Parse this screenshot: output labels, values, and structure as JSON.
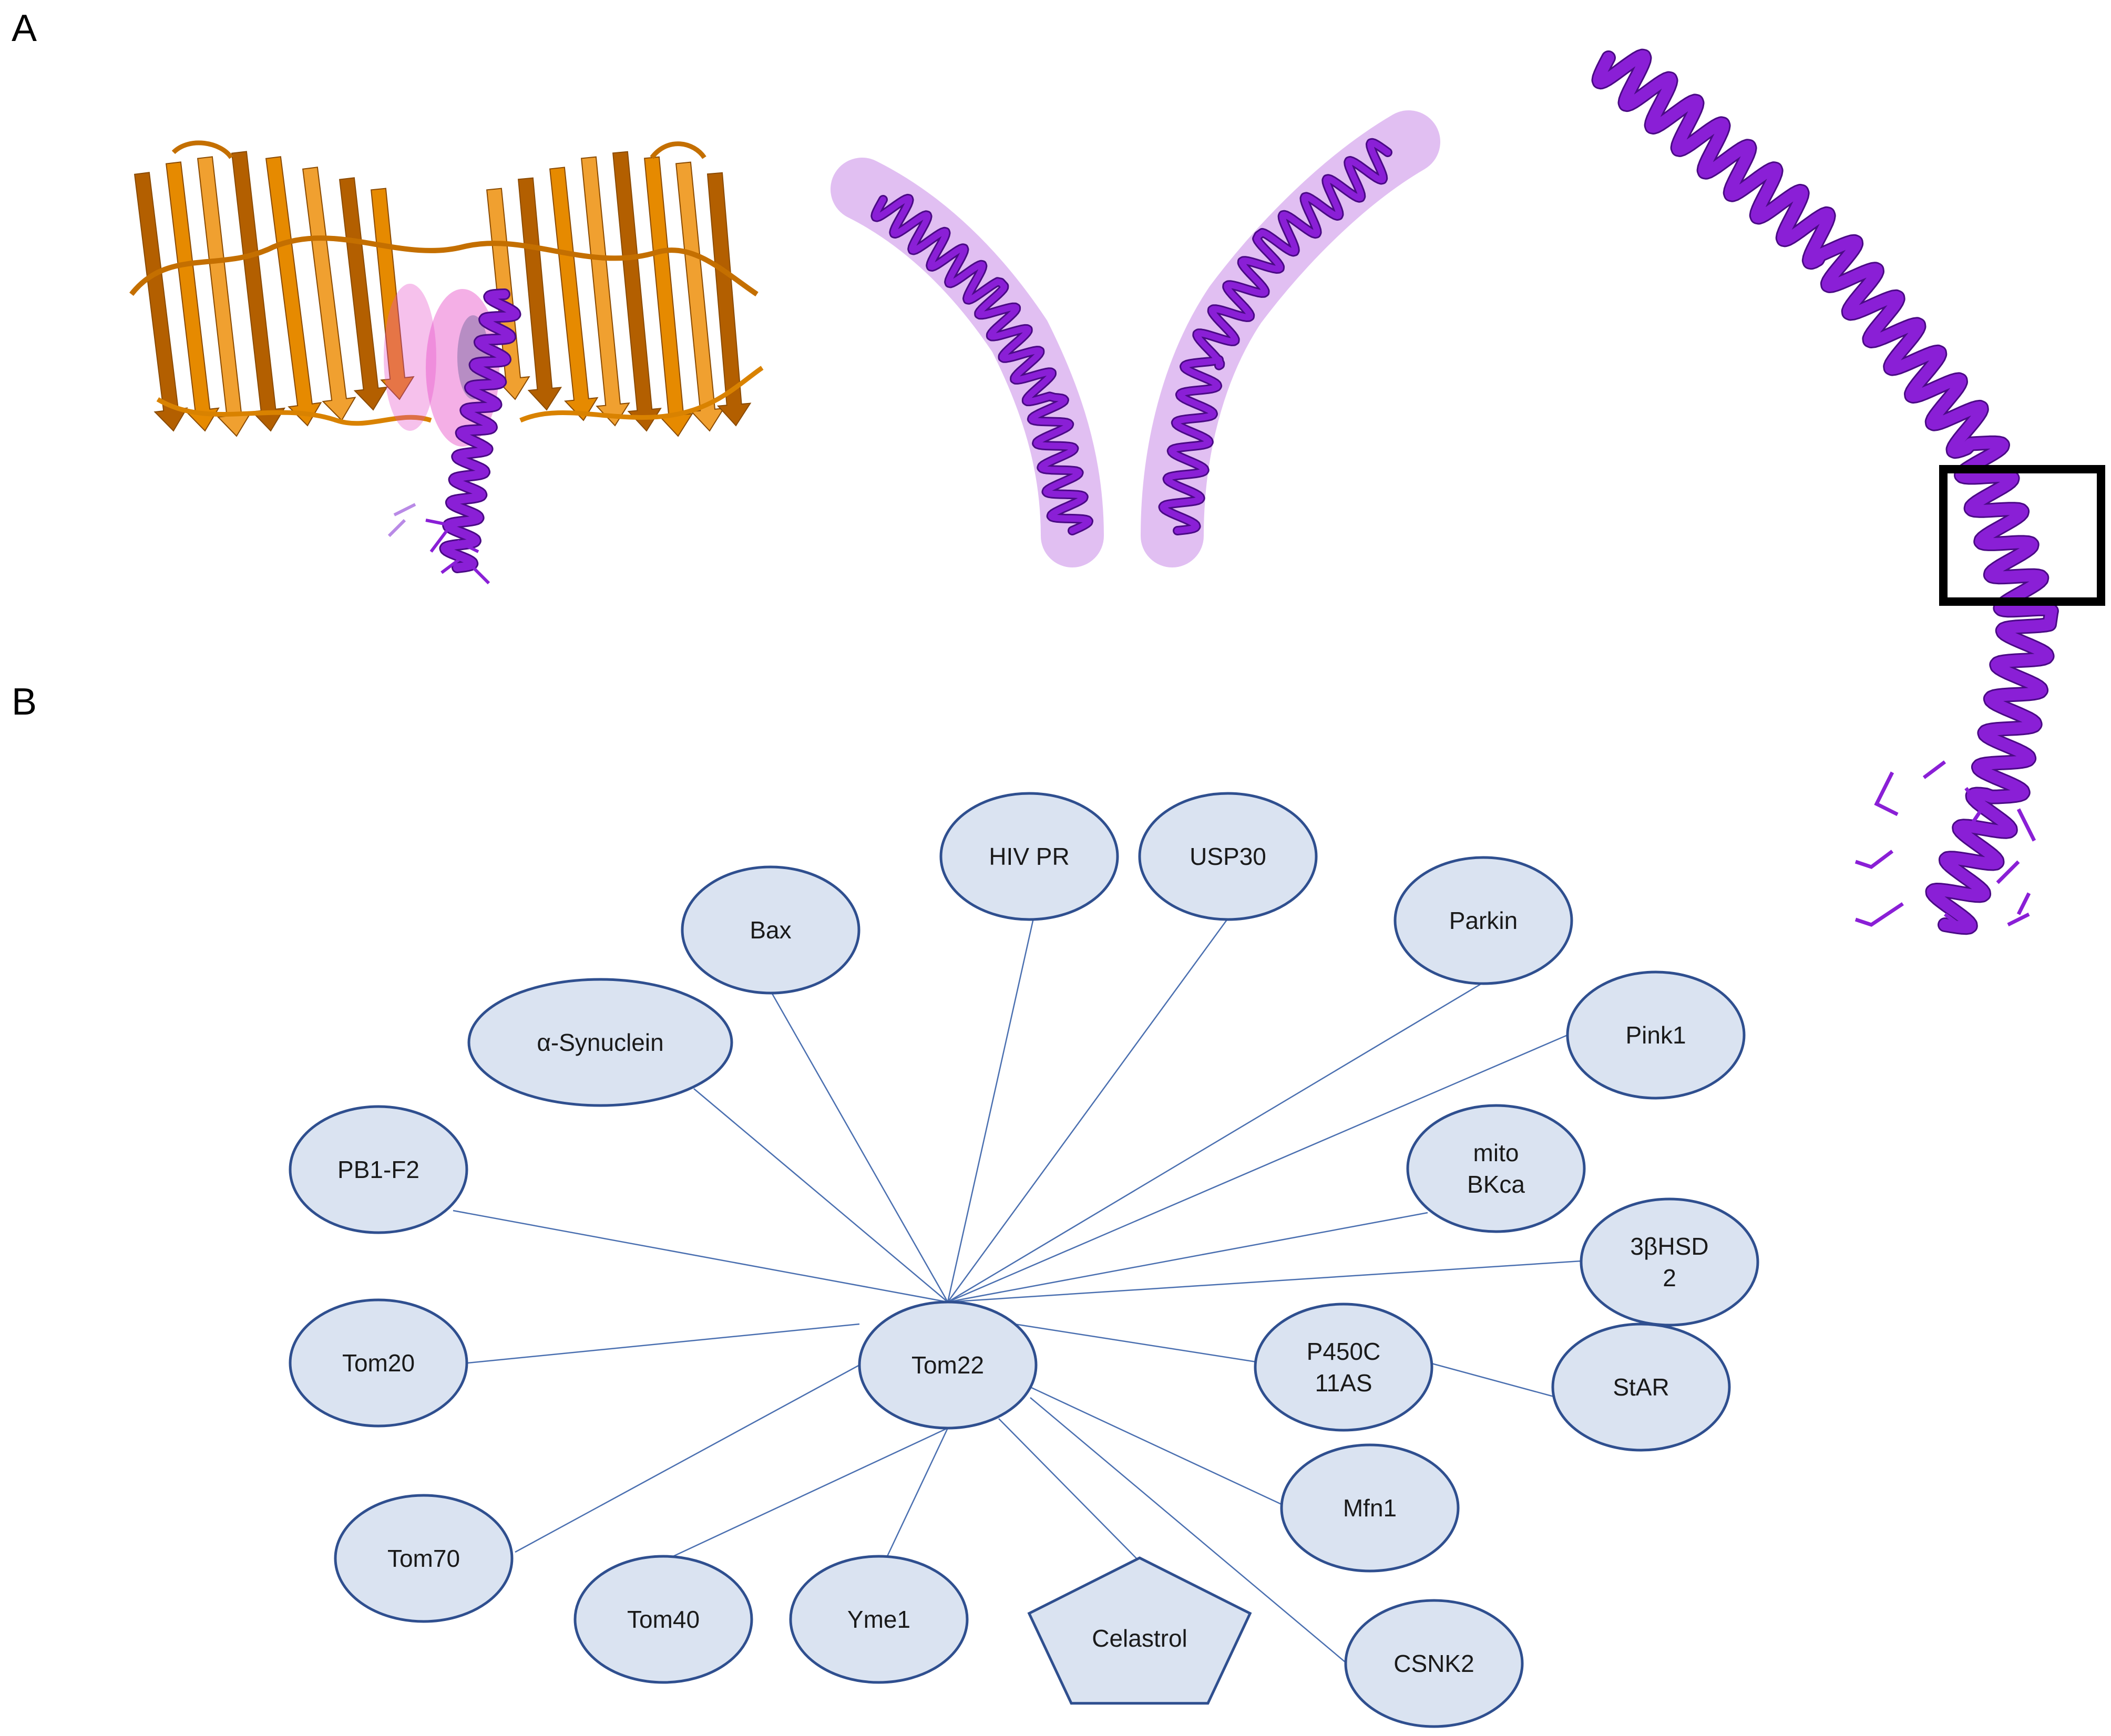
{
  "panels": {
    "a": "A",
    "b": "B"
  },
  "colors": {
    "beta_barrel": "#e68a00",
    "helix": "#8a1fd6",
    "helix_surface": "#d9aaf0",
    "ligand": "#e64dc8",
    "node_fill": "#dae3f1",
    "node_stroke": "#2f4f8f",
    "edge": "#4a6fb0",
    "highlight_box": "#000000"
  },
  "network": {
    "center": "tom22",
    "nodes": [
      {
        "id": "tom22",
        "label": [
          "Tom22"
        ],
        "shape": "ellipse"
      },
      {
        "id": "hivpr",
        "label": [
          "HIV PR"
        ],
        "shape": "ellipse"
      },
      {
        "id": "usp30",
        "label": [
          "USP30"
        ],
        "shape": "ellipse"
      },
      {
        "id": "bax",
        "label": [
          "Bax"
        ],
        "shape": "ellipse"
      },
      {
        "id": "parkin",
        "label": [
          "Parkin"
        ],
        "shape": "ellipse"
      },
      {
        "id": "asyn",
        "label": [
          "α-Synuclein"
        ],
        "shape": "ellipse"
      },
      {
        "id": "pink1",
        "label": [
          "Pink1"
        ],
        "shape": "ellipse"
      },
      {
        "id": "pb1f2",
        "label": [
          "PB1-F2"
        ],
        "shape": "ellipse"
      },
      {
        "id": "mitobk",
        "label": [
          "mito",
          "BKca"
        ],
        "shape": "ellipse"
      },
      {
        "id": "hsd",
        "label": [
          "3βHSD",
          "2"
        ],
        "shape": "ellipse"
      },
      {
        "id": "tom20",
        "label": [
          "Tom20"
        ],
        "shape": "ellipse"
      },
      {
        "id": "p450",
        "label": [
          "P450C",
          "11AS"
        ],
        "shape": "ellipse"
      },
      {
        "id": "star",
        "label": [
          "StAR"
        ],
        "shape": "ellipse"
      },
      {
        "id": "mfn1",
        "label": [
          "Mfn1"
        ],
        "shape": "ellipse"
      },
      {
        "id": "tom70",
        "label": [
          "Tom70"
        ],
        "shape": "ellipse"
      },
      {
        "id": "tom40",
        "label": [
          "Tom40"
        ],
        "shape": "ellipse"
      },
      {
        "id": "yme1",
        "label": [
          "Yme1"
        ],
        "shape": "ellipse"
      },
      {
        "id": "celastrol",
        "label": [
          "Celastrol"
        ],
        "shape": "pentagon"
      },
      {
        "id": "csnk2",
        "label": [
          "CSNK2"
        ],
        "shape": "ellipse"
      }
    ],
    "edges": [
      [
        "tom22",
        "hivpr"
      ],
      [
        "tom22",
        "usp30"
      ],
      [
        "tom22",
        "bax"
      ],
      [
        "tom22",
        "parkin"
      ],
      [
        "tom22",
        "asyn"
      ],
      [
        "tom22",
        "pink1"
      ],
      [
        "tom22",
        "pb1f2"
      ],
      [
        "tom22",
        "mitobk"
      ],
      [
        "tom22",
        "hsd"
      ],
      [
        "tom22",
        "tom20"
      ],
      [
        "tom22",
        "p450"
      ],
      [
        "p450",
        "star"
      ],
      [
        "tom22",
        "mfn1"
      ],
      [
        "tom22",
        "tom70"
      ],
      [
        "tom22",
        "tom40"
      ],
      [
        "tom22",
        "yme1"
      ],
      [
        "tom22",
        "celastrol"
      ],
      [
        "tom22",
        "csnk2"
      ]
    ]
  }
}
